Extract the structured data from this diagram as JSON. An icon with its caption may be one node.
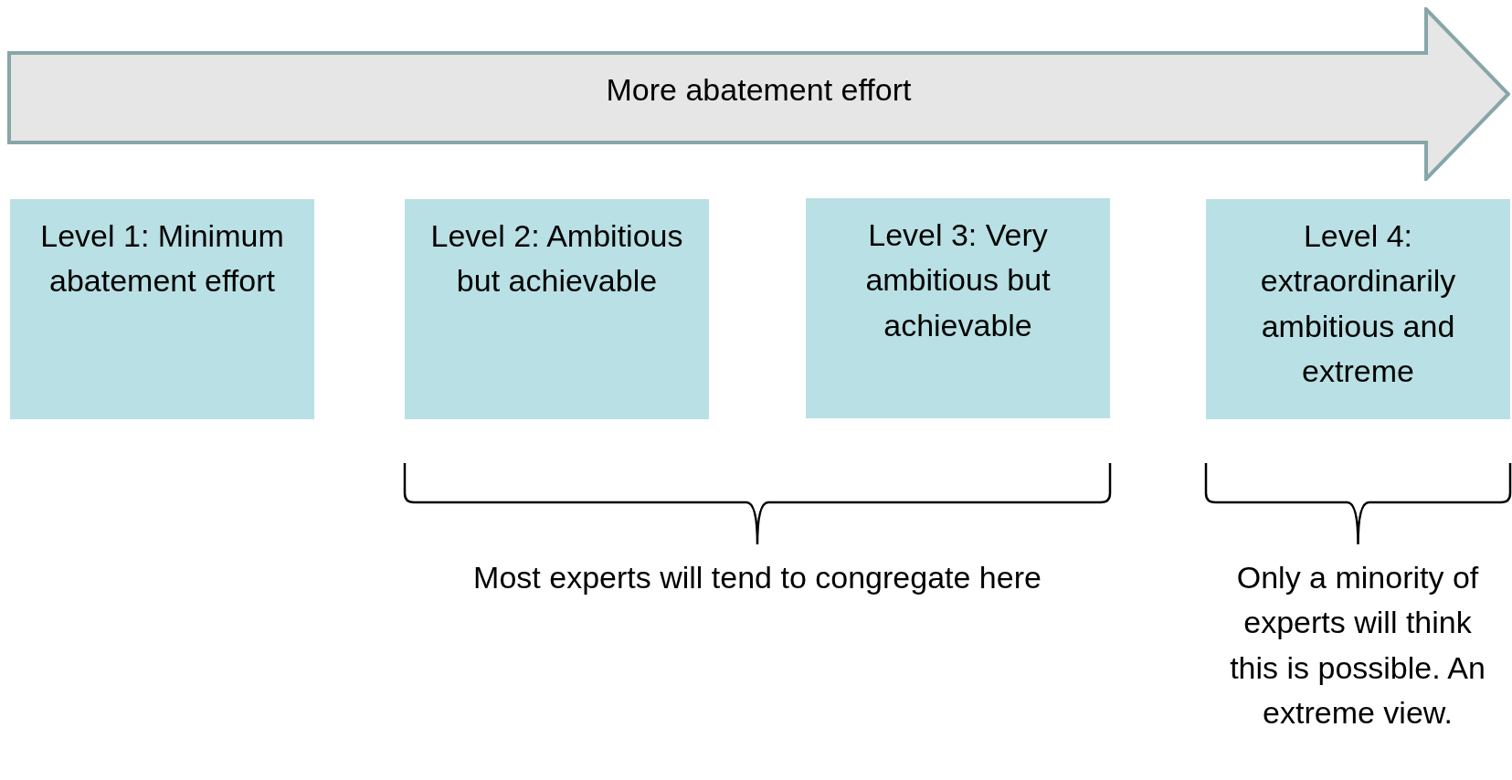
{
  "diagram": {
    "nodes": [
      {
        "text": [
          "More abatement effort"
        ]
      },
      {
        "text": [
          "Level 1: Minimum abatement effort"
        ]
      },
      {
        "text": [
          "Level 2: Ambitious but achievable"
        ]
      },
      {
        "text": [
          "Level 3: Very ambitious but achievable"
        ]
      },
      {
        "text": [
          "Level 4: extraordinarily ambitious and extreme"
        ]
      }
    ],
    "edges": [],
    "labels": [
      "Most experts will tend to congregate here",
      "Only a minority of experts will think this is possible. An extreme view."
    ]
  }
}
